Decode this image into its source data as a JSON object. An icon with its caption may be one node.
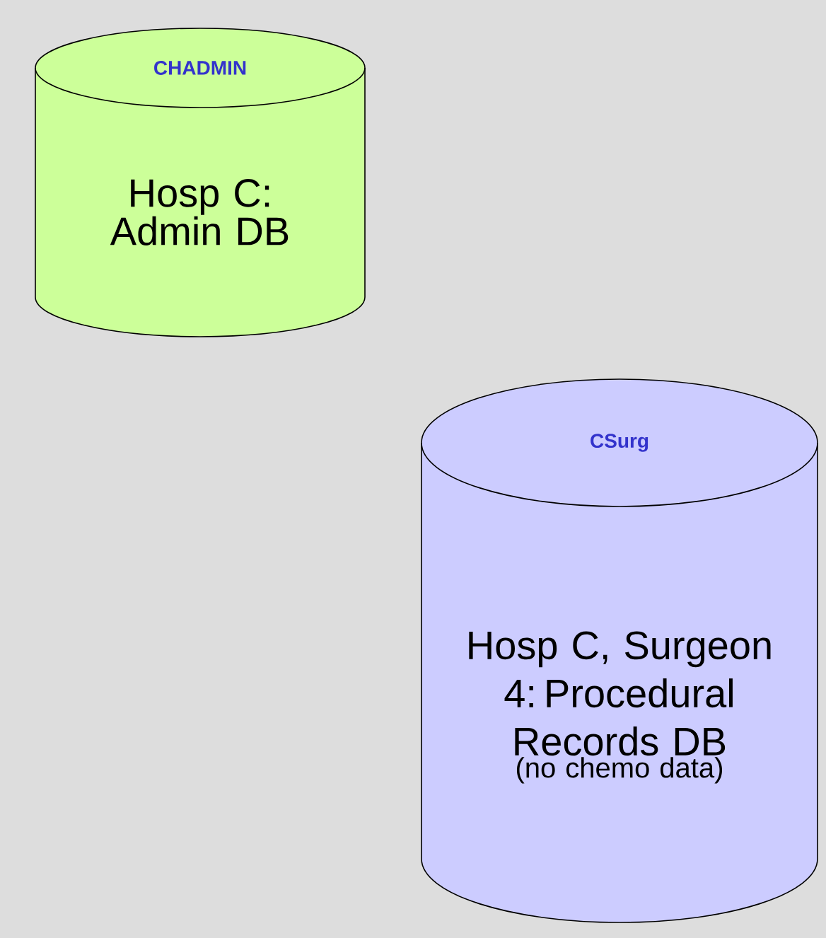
{
  "diagram": {
    "nodes": [
      {
        "text": [
          "CHADMIN",
          "Hosp C: Admin DB"
        ]
      },
      {
        "text": [
          "CSurg",
          "Hosp C, Surgeon 4: Procedural Records DB",
          "(no chemo data)"
        ]
      }
    ]
  }
}
